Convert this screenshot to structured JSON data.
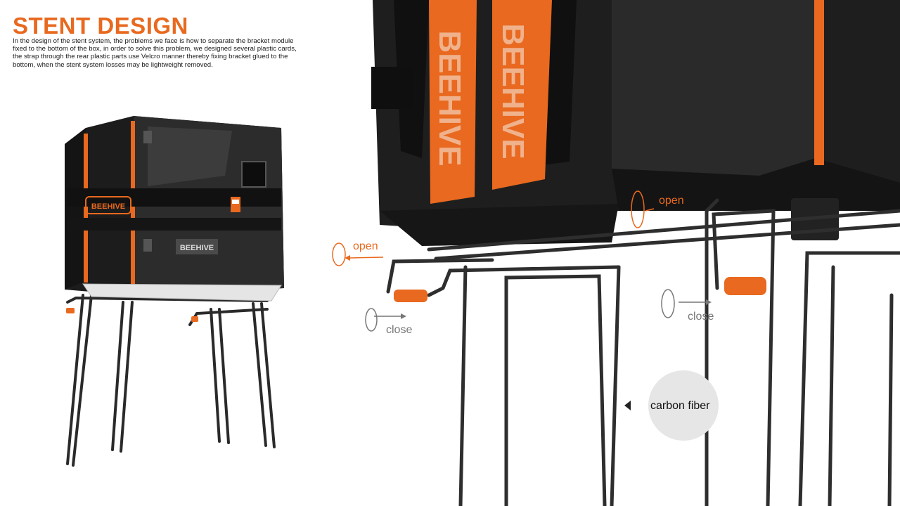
{
  "header": {
    "title": "STENT DESIGN",
    "description": "In the design of the stent system, the problems we face is how to separate the bracket module fixed to the bottom of the box, in order to solve this problem, we designed several plastic cards, the strap through the rear plastic parts use Velcro manner thereby fixing bracket glued to the bottom, when the stent system losses may be lightweight removed."
  },
  "product": {
    "brand": "BEEHIVE"
  },
  "annotations": {
    "open_left": "open",
    "open_right": "open",
    "close_left": "close",
    "close_right": "close",
    "material": "carbon fiber"
  },
  "colors": {
    "accent": "#e8691f",
    "body": "#1c1c1c",
    "annotation_gray": "#777777"
  }
}
